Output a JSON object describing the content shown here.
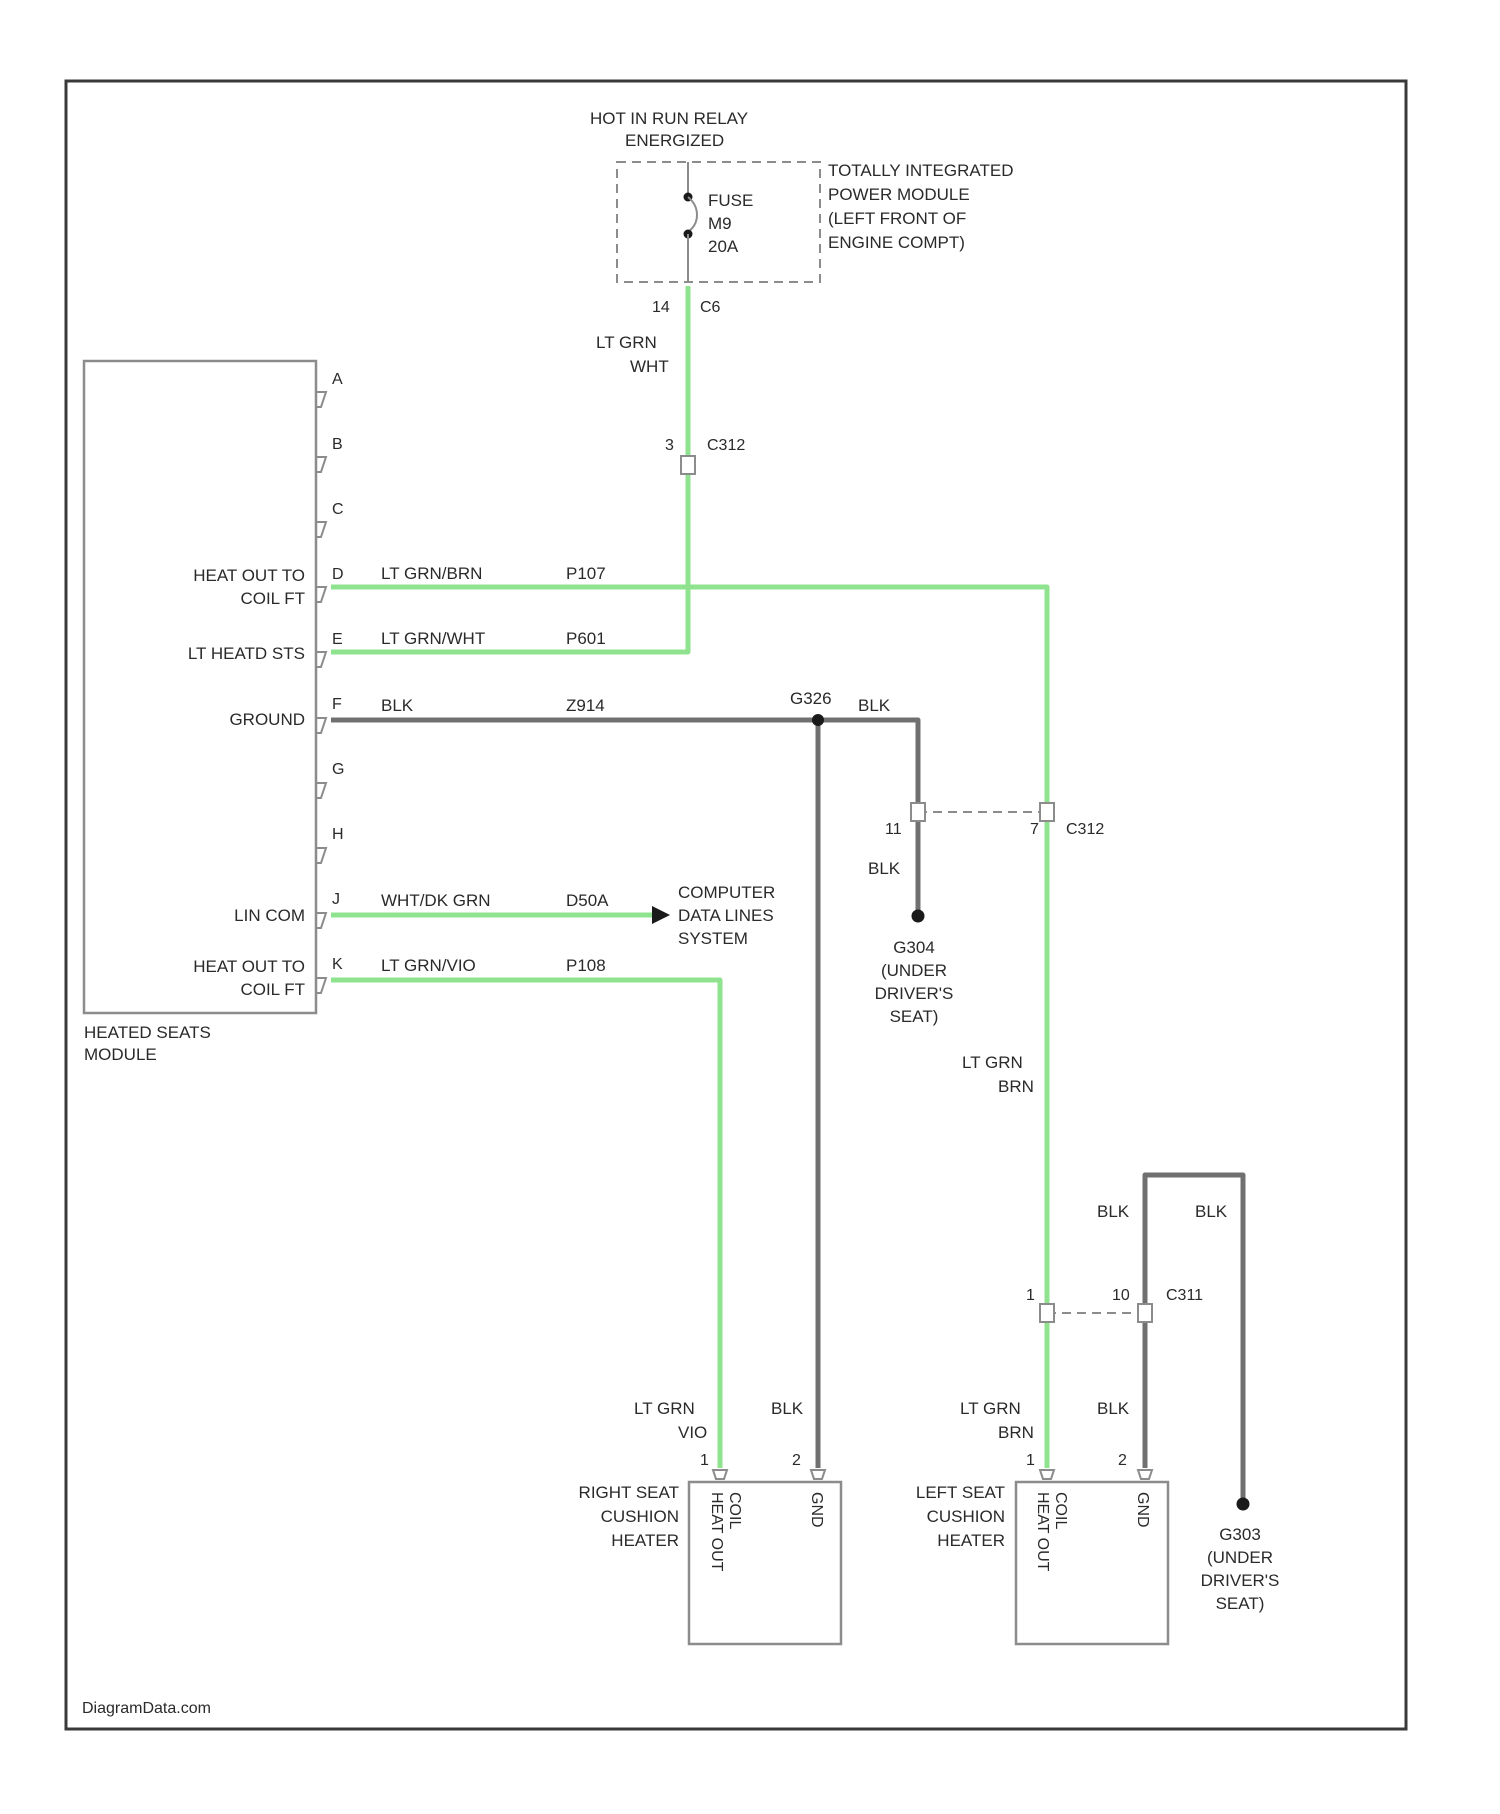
{
  "relay_title": [
    "HOT IN RUN RELAY",
    "ENERGIZED"
  ],
  "tipm_label": [
    "TOTALLY INTEGRATED",
    "POWER MODULE",
    "(LEFT FRONT OF",
    "ENGINE COMPT)"
  ],
  "fuse": {
    "name": "FUSE",
    "number": "M9",
    "rating": "20A"
  },
  "tipm_pins": {
    "left": "14",
    "right": "C6"
  },
  "feed_wire": [
    "LT GRN",
    "WHT"
  ],
  "c312": {
    "pin_top": "3",
    "pin_lower": "11",
    "pin_lower2": "7",
    "name": "C312"
  },
  "module": {
    "name": [
      "HEATED SEATS",
      "MODULE"
    ],
    "pins": [
      "A",
      "B",
      "C",
      "D",
      "E",
      "F",
      "G",
      "H",
      "J",
      "K"
    ],
    "pin_labels": {
      "D": [
        "HEAT OUT TO",
        "COIL FT"
      ],
      "E": [
        "LT HEATD STS"
      ],
      "F": [
        "GROUND"
      ],
      "J": [
        "LIN COM"
      ],
      "K": [
        "HEAT OUT TO",
        "COIL FT"
      ]
    }
  },
  "wires": {
    "D": {
      "color": "LT GRN/BRN",
      "circuit": "P107"
    },
    "E": {
      "color": "LT GRN/WHT",
      "circuit": "P601"
    },
    "F": {
      "color": "BLK",
      "circuit": "Z914"
    },
    "J": {
      "color": "WHT/DK GRN",
      "circuit": "D50A"
    },
    "K": {
      "color": "LT GRN/VIO",
      "circuit": "P108"
    }
  },
  "splice": {
    "name": "G326",
    "wire": "BLK"
  },
  "data_link": [
    "COMPUTER",
    "DATA LINES",
    "SYSTEM"
  ],
  "ground_g304": {
    "wire": "BLK",
    "label": [
      "G304",
      "(UNDER",
      "DRIVER'S",
      "SEAT)"
    ]
  },
  "left_feed_wire": [
    "LT GRN",
    "BRN"
  ],
  "c311": {
    "pin_left": "1",
    "pin_right": "10",
    "name": "C311"
  },
  "blk_loop": {
    "left": "BLK",
    "right": "BLK"
  },
  "right_heater": {
    "name": [
      "RIGHT SEAT",
      "CUSHION",
      "HEATER"
    ],
    "wire_left": [
      "LT GRN",
      "VIO"
    ],
    "wire_right": "BLK",
    "pin1": "1",
    "pin2": "2",
    "inner": [
      "HEAT OUT",
      "COIL"
    ],
    "gnd": "GND"
  },
  "left_heater": {
    "name": [
      "LEFT SEAT",
      "CUSHION",
      "HEATER"
    ],
    "wire_left": [
      "LT GRN",
      "BRN"
    ],
    "wire_right": "BLK",
    "pin1": "1",
    "pin2": "2",
    "inner": [
      "HEAT OUT",
      "COIL"
    ],
    "gnd": "GND"
  },
  "ground_g303": {
    "label": [
      "G303",
      "(UNDER",
      "DRIVER'S",
      "SEAT)"
    ]
  },
  "watermark": "DiagramData.com"
}
